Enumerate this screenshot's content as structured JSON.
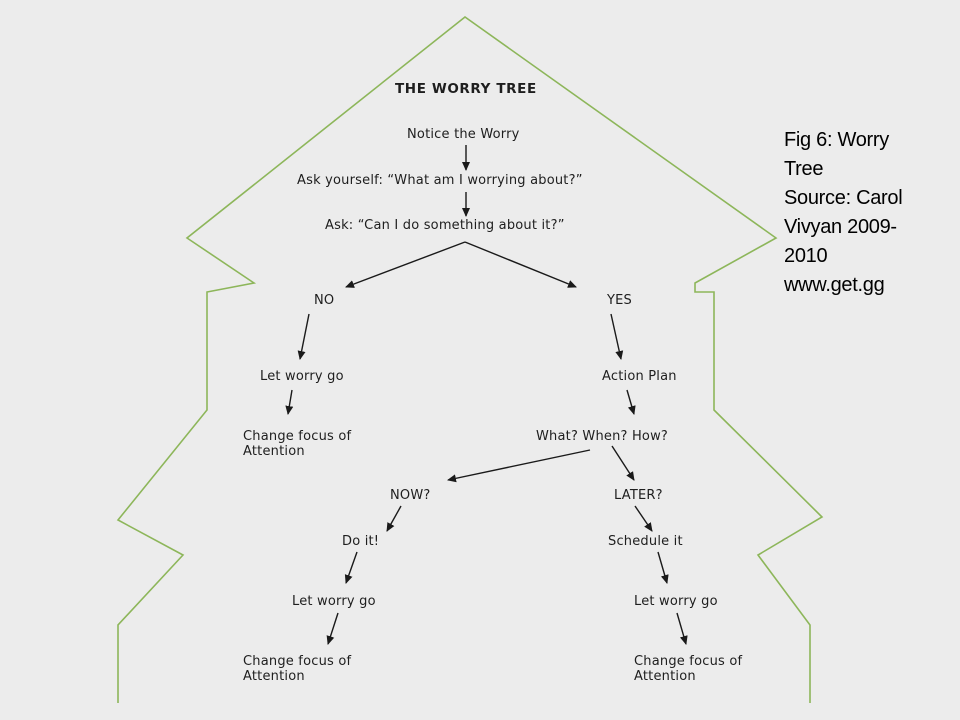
{
  "diagram": {
    "title": "THE WORRY TREE",
    "nodes": {
      "notice": "Notice the Worry",
      "ask_yourself": "Ask yourself:  “What am I worrying about?”",
      "ask": "Ask:  “Can I do something about it?”",
      "no": "NO",
      "yes": "YES",
      "let_go_1": "Let worry go",
      "change_focus_1_line1": "Change focus of",
      "change_focus_1_line2": "Attention",
      "action_plan": "Action Plan",
      "what_when_how": "What?  When?  How?",
      "now": "NOW?",
      "later": "LATER?",
      "do_it": "Do it!",
      "schedule_it": "Schedule it",
      "let_go_2": "Let worry go",
      "let_go_3": "Let worry go",
      "change_focus_2_line1": "Change focus of",
      "change_focus_2_line2": "Attention",
      "change_focus_3_line1": "Change focus of",
      "change_focus_3_line2": "Attention"
    }
  },
  "caption": {
    "line1": "Fig 6: Worry",
    "line2": "Tree",
    "line3": "Source: Carol",
    "line4": "Vivyan 2009-",
    "line5": "2010",
    "line6": "www.get.gg"
  },
  "colors": {
    "tree_outline": "#8db65a",
    "arrows": "#1a1a1a",
    "background": "#ececec"
  }
}
